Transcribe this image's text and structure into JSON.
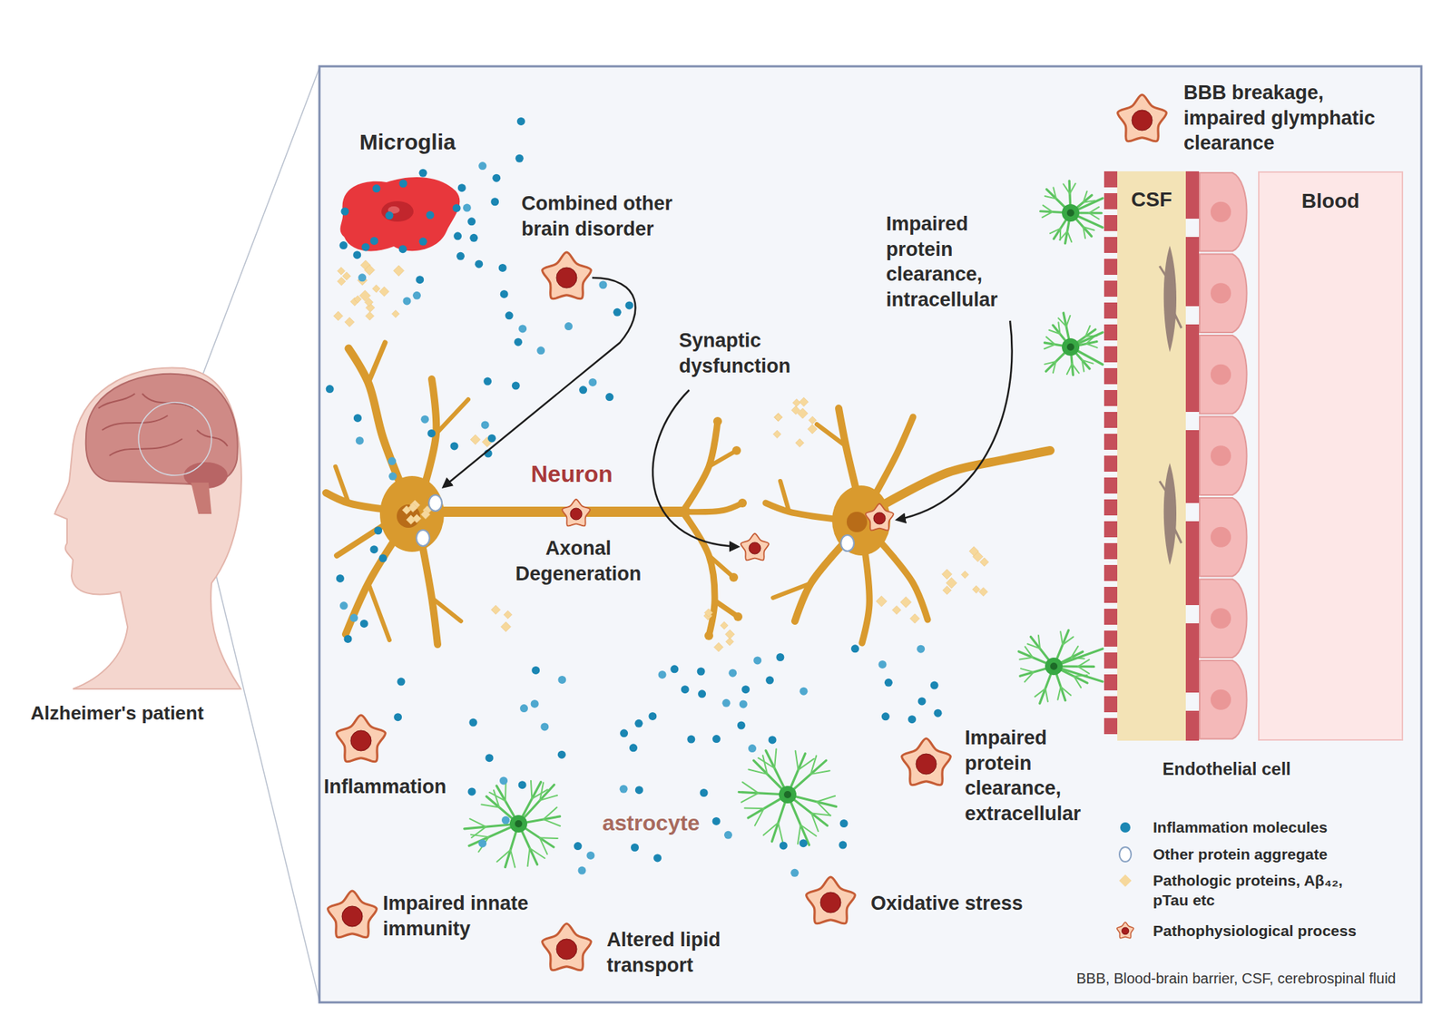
{
  "diagram": {
    "nodes": [
      {
        "text": [
          "CSF"
        ]
      },
      {
        "text": [
          "Blood"
        ]
      }
    ],
    "labels": [
      "Alzheimer's patient",
      "Microglia",
      "Combined other brain disorder",
      "BBB breakage, impaired glymphatic clearance",
      "Impaired protein clearance, intracellular",
      "Synaptic dysfunction",
      "Neuron",
      "Axonal Degeneration",
      "Endothelial cell",
      "Inflammation",
      "astrocyte",
      "Impaired protein clearance, extracellular",
      "Oxidative stress",
      "Impaired innate immunity",
      "Altered lipid transport",
      "BBB, Blood-brain barrier, CSF, cerebrospinal fluid"
    ],
    "legend": [
      {
        "text": "Inflammation molecules",
        "color": "#1a86b3"
      },
      {
        "text": "Other protein aggregate"
      },
      {
        "text": "Pathologic proteins, Aβ₄₂, pTau etc",
        "color": "#f6d89c"
      },
      {
        "text": "Pathophysiological process"
      }
    ]
  }
}
